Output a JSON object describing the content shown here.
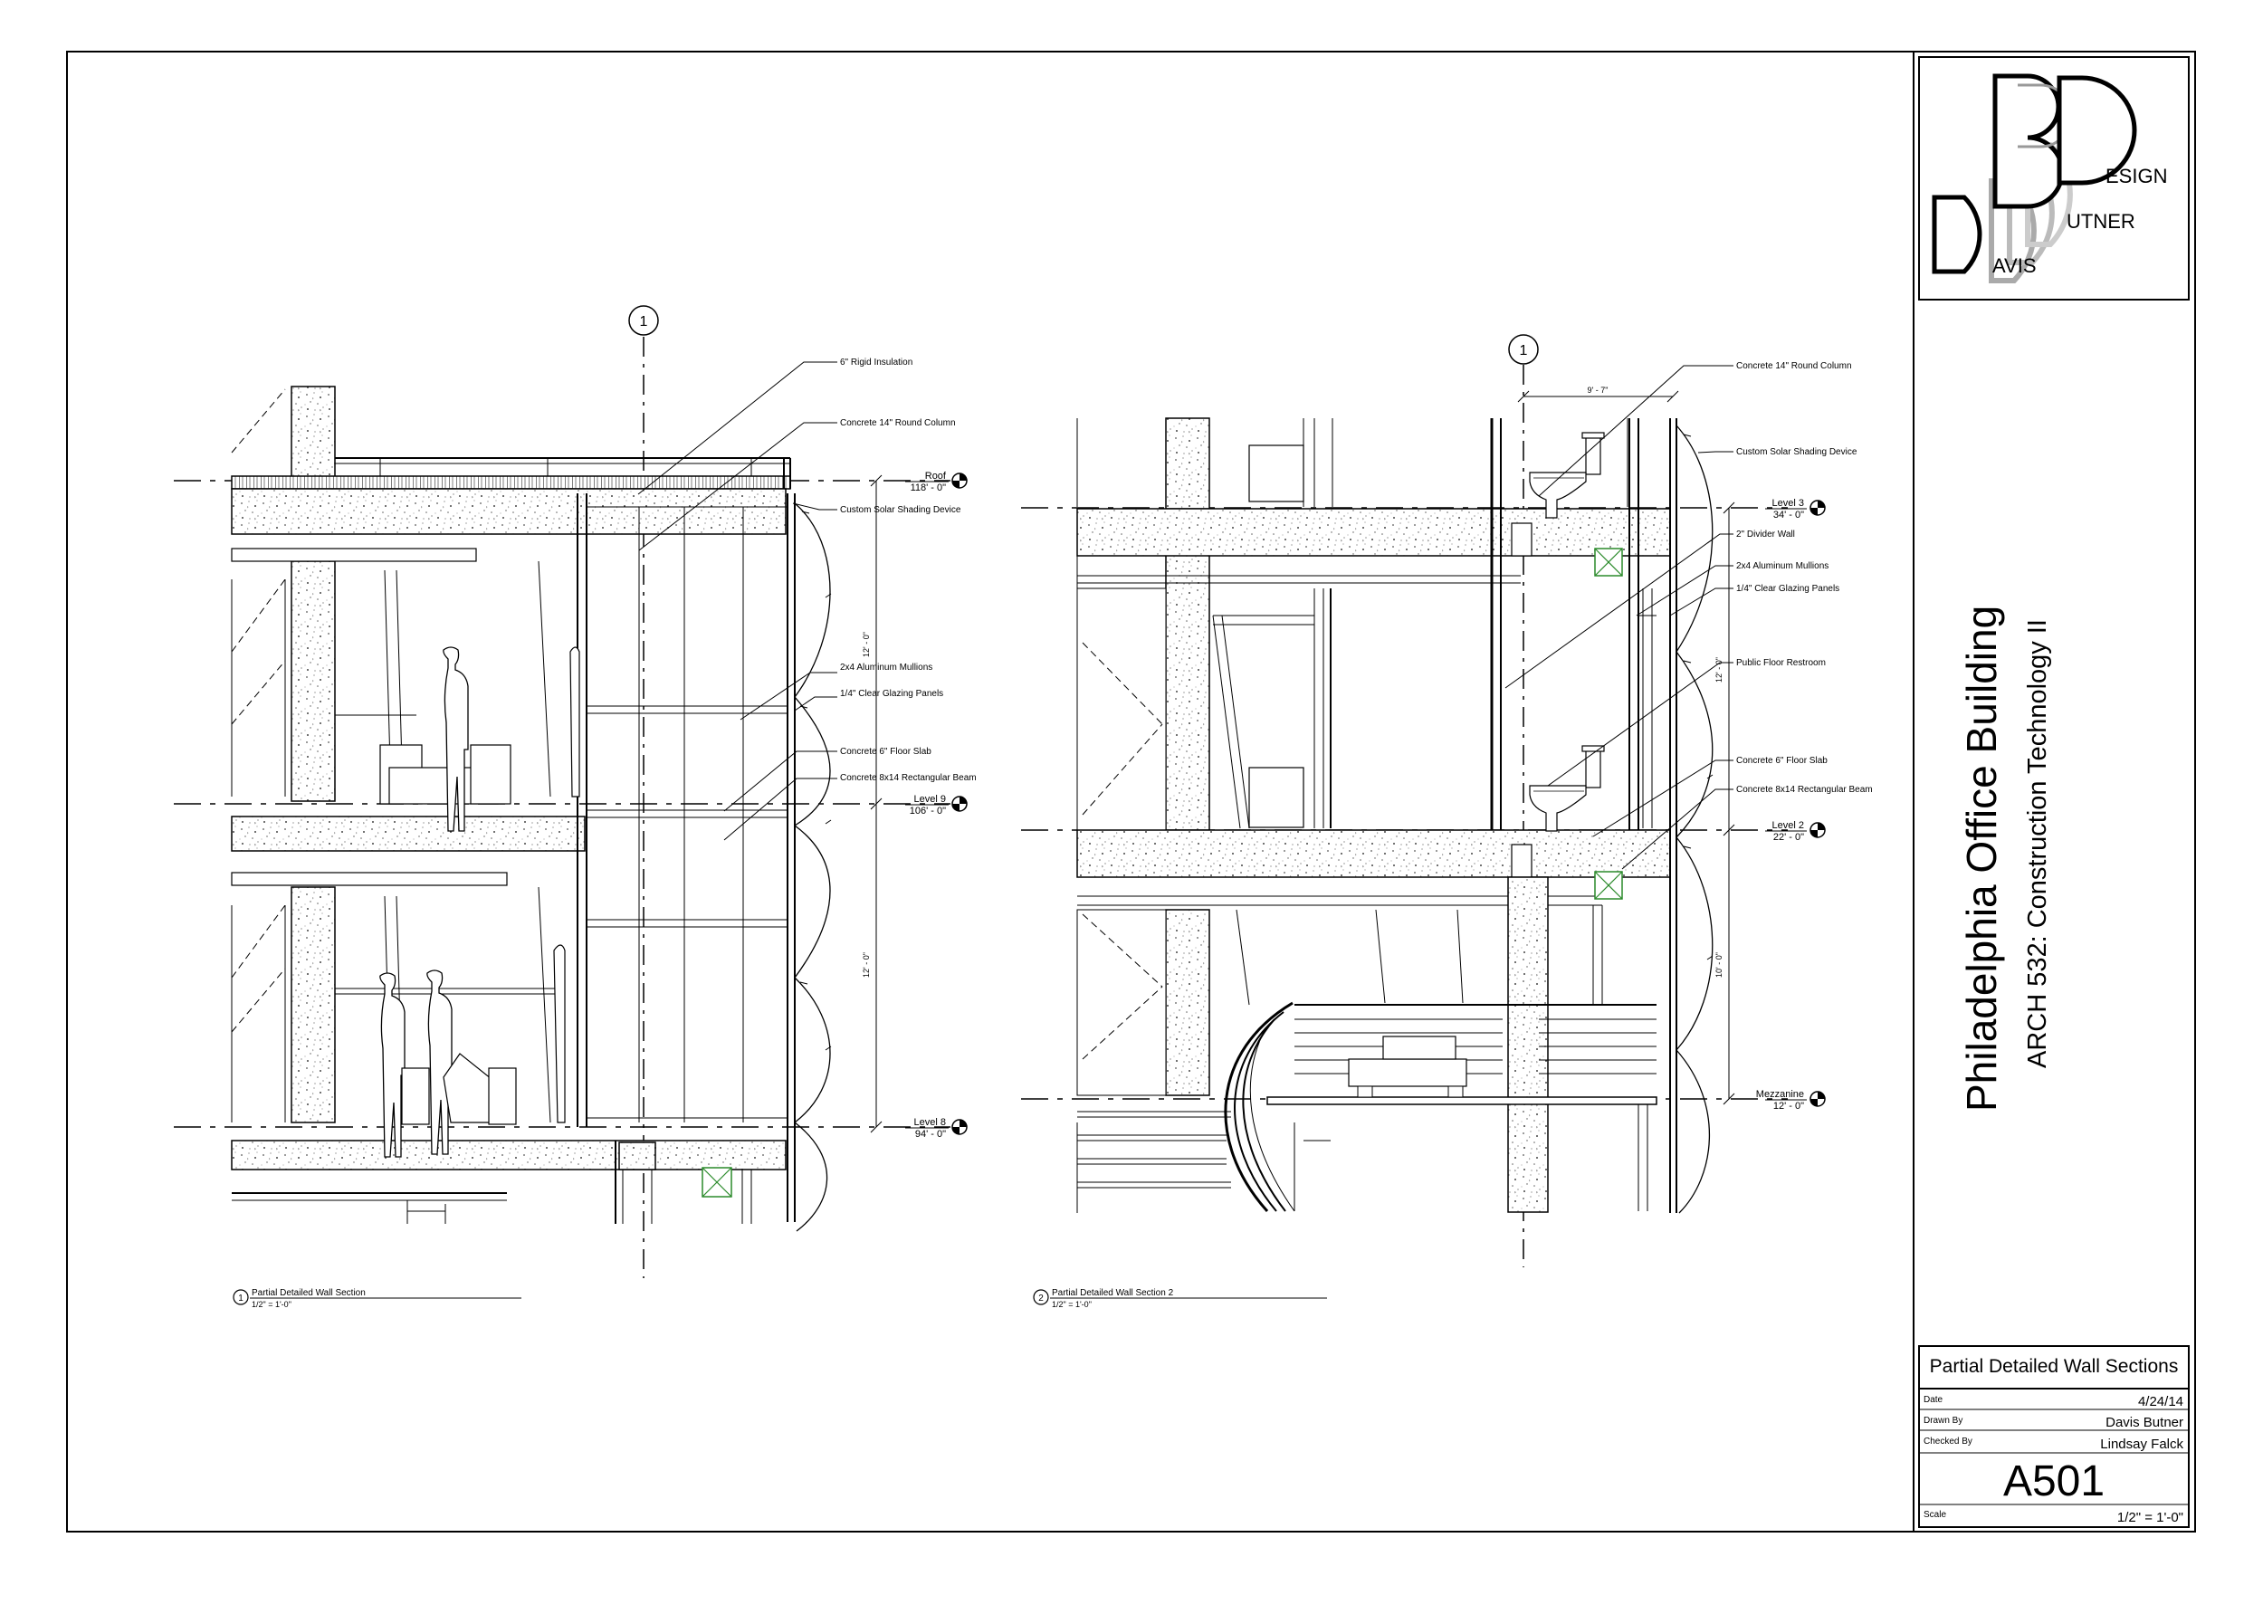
{
  "sheet": {
    "project_title": "Philadelphia Office Building",
    "course": "ARCH 532: Construction Technology II",
    "drawing_title": "Partial Detailed Wall Sections",
    "date_label": "Date",
    "date_value": "4/24/14",
    "drawn_by_label": "Drawn By",
    "drawn_by_value": "Davis Butner",
    "checked_by_label": "Checked By",
    "checked_by_value": "Lindsay Falck",
    "sheet_number": "A501",
    "scale_label": "Scale",
    "scale_value": "1/2\" = 1'-0\""
  },
  "logo": {
    "letters": [
      "ESIGN",
      "UTNER",
      "AVIS"
    ]
  },
  "section1": {
    "grid_bubble": "1",
    "callouts": [
      "6\" Rigid Insulation",
      "Concrete 14\" Round Column",
      "Custom Solar Shading Device",
      "2x4 Aluminum Mullions",
      "1/4\" Clear Glazing Panels",
      "Concrete 6\" Floor Slab",
      "Concrete 8x14 Rectangular Beam"
    ],
    "levels": [
      {
        "name": "Roof",
        "elev": "118' - 0\""
      },
      {
        "name": "Level 9",
        "elev": "106' - 0\""
      },
      {
        "name": "Level 8",
        "elev": "94' - 0\""
      }
    ],
    "dims": [
      "12' - 0\"",
      "12' - 0\""
    ],
    "view_number": "1",
    "view_title": "Partial Detailed Wall Section",
    "view_scale": "1/2\" = 1'-0\""
  },
  "section2": {
    "grid_bubble": "1",
    "top_dim": "9' - 7\"",
    "callouts": [
      "Concrete 14\" Round Column",
      "Custom Solar Shading Device",
      "2\" Divider Wall",
      "2x4 Aluminum Mullions",
      "1/4\" Clear Glazing Panels",
      "Public Floor Restroom",
      "Concrete 6\" Floor Slab",
      "Concrete 8x14 Rectangular Beam"
    ],
    "levels": [
      {
        "name": "Level 3",
        "elev": "34' - 0\""
      },
      {
        "name": "Level 2",
        "elev": "22' - 0\""
      },
      {
        "name": "Mezzanine",
        "elev": "12' - 0\""
      }
    ],
    "dims": [
      "12' - 0\"",
      "10' - 0\""
    ],
    "view_number": "2",
    "view_title": "Partial Detailed Wall Section 2",
    "view_scale": "1/2\" = 1'-0\""
  }
}
